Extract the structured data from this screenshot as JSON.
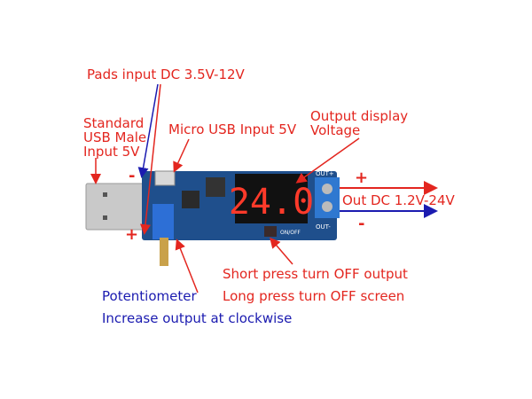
{
  "colors": {
    "label_red": "#e3261f",
    "label_blue": "#1b1bb0",
    "pcb": "#1f4f8c",
    "display_digits": "#ff3a2a"
  },
  "labels": {
    "pads_input": "Pads input DC 3.5V-12V",
    "usb_male": [
      "Standard",
      "USB Male",
      "Input 5V"
    ],
    "micro_usb": "Micro USB Input 5V",
    "output_display": [
      "Output display",
      "Voltage"
    ],
    "out_dc": "Out DC 1.2V-24V",
    "out_plus": "+",
    "out_minus": "-",
    "pad_minus": "-",
    "pad_plus": "+",
    "short_press": "Short press turn OFF output",
    "long_press": "Long press turn OFF screen",
    "potentiometer": "Potentiometer",
    "clockwise": "Increase output at clockwise"
  },
  "board": {
    "display_value": "24.0",
    "silkscreen": {
      "out_plus": "OUT+",
      "out_minus": "OUT-",
      "switch": "ON/OFF"
    }
  }
}
